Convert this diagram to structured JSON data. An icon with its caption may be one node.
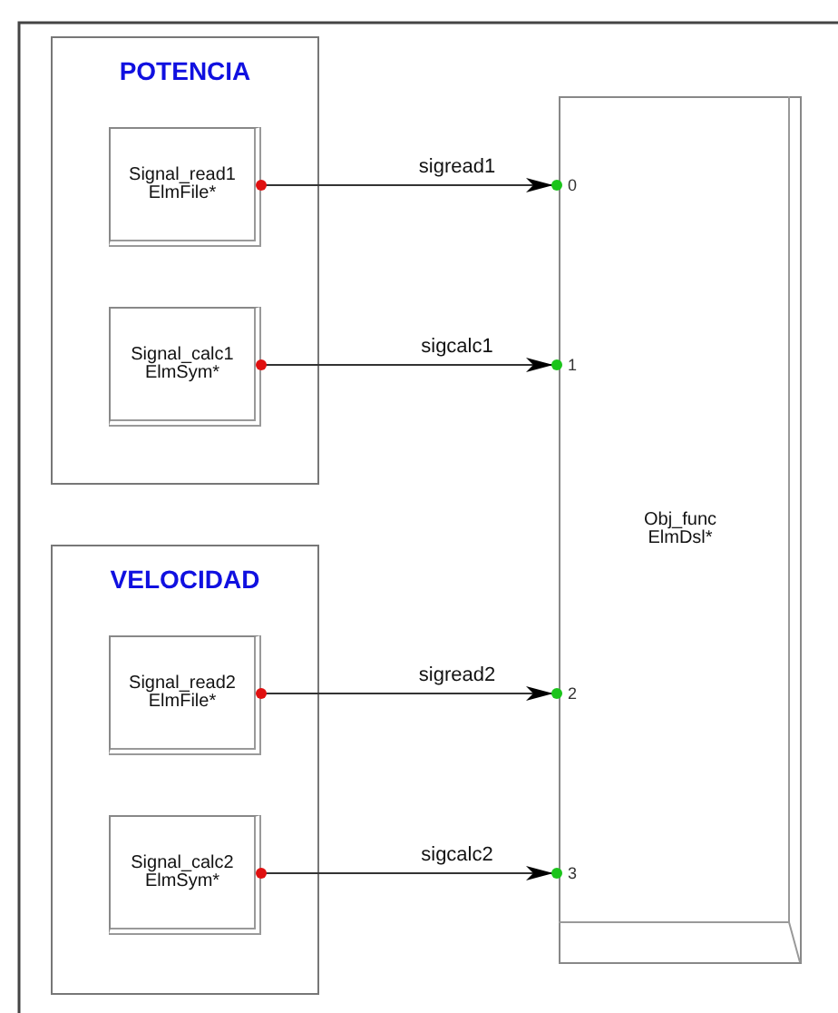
{
  "diagram": {
    "nodes": [
      {
        "text": [
          "POTENCIA"
        ]
      },
      {
        "text": [
          "Signal_read1",
          "ElmFile*"
        ],
        "in": 0
      },
      {
        "text": [
          "Signal_calc1",
          "ElmSym*"
        ],
        "in": 0
      },
      {
        "text": [
          "VELOCIDAD"
        ]
      },
      {
        "text": [
          "Signal_read2",
          "ElmFile*"
        ],
        "in": 3
      },
      {
        "text": [
          "Signal_calc2",
          "ElmSym*"
        ],
        "in": 3
      },
      {
        "text": [
          "Obj_func",
          "ElmDsl*"
        ]
      }
    ],
    "edges": [
      {
        "from": 1,
        "to": 6,
        "arrow": "to",
        "label": "sigread1"
      },
      {
        "from": 2,
        "to": 6,
        "arrow": "to",
        "label": "sigcalc1"
      },
      {
        "from": 4,
        "to": 6,
        "arrow": "to",
        "label": "sigread2"
      },
      {
        "from": 5,
        "to": 6,
        "arrow": "to",
        "label": "sigcalc2"
      }
    ],
    "labels": [
      "0",
      "1",
      "2",
      "3"
    ]
  }
}
